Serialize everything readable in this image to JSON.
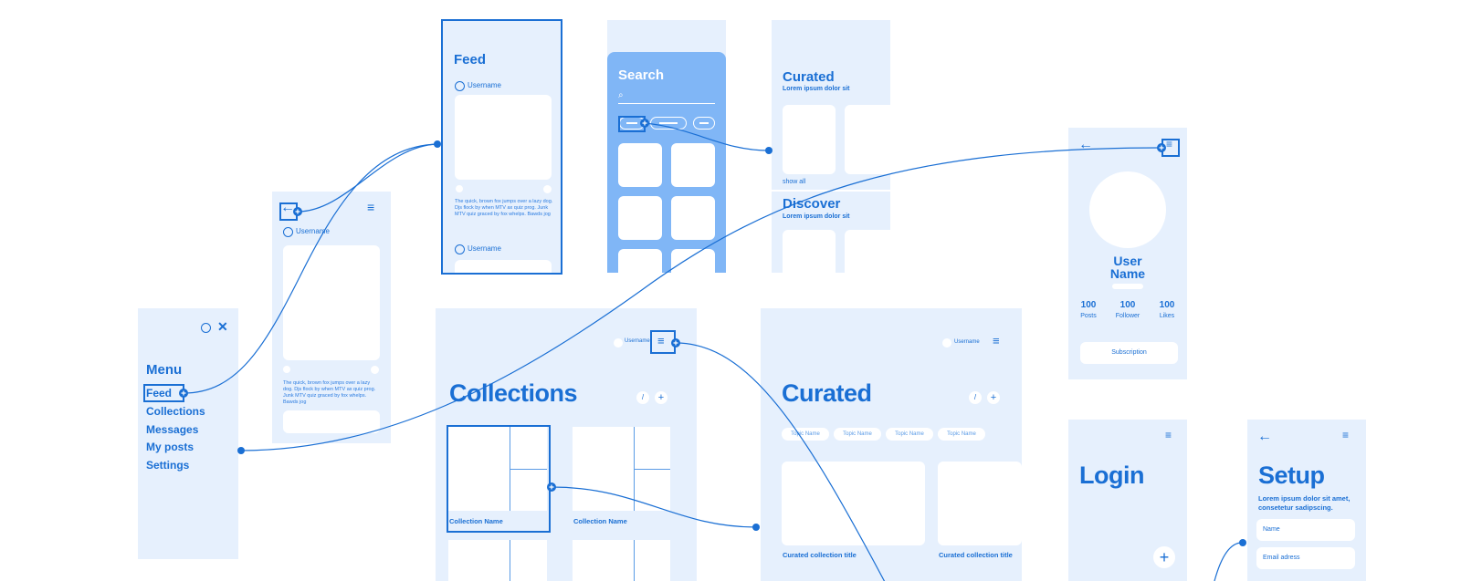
{
  "menu": {
    "title": "Menu",
    "items": [
      "Feed",
      "Collections",
      "Messages",
      "My posts",
      "Settings"
    ]
  },
  "post_screen": {
    "username": "Username",
    "caption": "The quick, brown fox jumps over a lazy dog. Djs flock by when MTV ax quiz prog. Junk MTV quiz graced by fox whelps. Bawds jog"
  },
  "feed": {
    "title": "Feed",
    "username": "Username",
    "username2": "Username",
    "caption": "The quick, brown fox jumps over a lazy dog. Djs flock by when MTV ax quiz prog. Junk MTV quiz graced by fox whelps. Bawds jog"
  },
  "search": {
    "title": "Search"
  },
  "curated_small": {
    "title": "Curated",
    "subtitle": "Lorem ipsum dolor sit",
    "show_all": "show all",
    "discover_title": "Discover",
    "discover_subtitle": "Lorem ipsum dolor sit"
  },
  "profile": {
    "name_line1": "User",
    "name_line2": "Name",
    "stats": [
      {
        "value": "100",
        "label": "Posts"
      },
      {
        "value": "100",
        "label": "Follower"
      },
      {
        "value": "100",
        "label": "Likes"
      }
    ],
    "subscription": "Subscription"
  },
  "collections": {
    "username": "Username",
    "title": "Collections",
    "items": [
      "Collection Name",
      "Collection Name"
    ]
  },
  "curated_large": {
    "username": "Username",
    "title": "Curated",
    "topics": [
      "Topic Name",
      "Topic Name",
      "Topic Name",
      "Topic Name"
    ],
    "items": [
      "Curated collection title",
      "Curated collection title"
    ]
  },
  "login": {
    "title": "Login"
  },
  "setup": {
    "title": "Setup",
    "subtitle_line1": "Lorem ipsum dolor sit amet,",
    "subtitle_line2": "consetetur sadipscing.",
    "fields": [
      "Name",
      "Email adress"
    ]
  },
  "colors": {
    "accent": "#1a6fd4",
    "frame": "#e6f0fd",
    "search_bg": "#80b6f6"
  }
}
